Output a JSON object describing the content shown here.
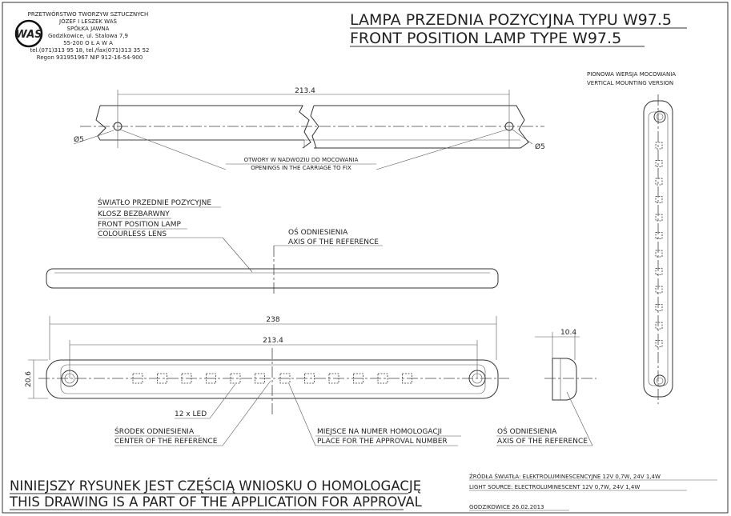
{
  "company": {
    "lines": [
      "PRZETWÓRSTWO TWORZYW SZTUCZNYCH",
      "JÓZEF I LESZEK WAŚ",
      "SPÓŁKA JAWNA",
      "Godzikowice, ul. Stalowa 7,9",
      "55-200   O Ł A W A",
      "tel.(071)313 95 18, tel./fax(071)313 35 52",
      "Regon 931951967 NIP 912-16-54-900"
    ],
    "logo_text": "WAŚ"
  },
  "title": {
    "pl": "LAMPA PRZEDNIA POZYCYJNA TYPU W97.5",
    "en": "FRONT POSITION LAMP TYPE W97.5"
  },
  "vertical_version": {
    "pl": "PIONOWA WERSJA MOCOWANIA",
    "en": "VERTICAL MOUNTING VERSION"
  },
  "dimensions": {
    "hole_spacing": "213.4",
    "hole_dia": "Ø5",
    "length": "238",
    "height": "20.6",
    "depth": "10.4"
  },
  "openings": {
    "pl": "OTWORY W NADWOZIU DO MOCOWANIA",
    "en": "OPENINGS IN THE CARRIAGE TO FIX"
  },
  "lens": {
    "pl1": "ŚWIATŁO PRZEDNIE POZYCYJNE",
    "pl2": "KLOSZ  BEZBARWNY",
    "en1": "FRONT POSITION LAMP",
    "en2": "COLOURLESS LENS"
  },
  "axis": {
    "pl": "OŚ ODNIESIENIA",
    "en": "AXIS OF THE REFERENCE"
  },
  "leds": {
    "label": "12 x LED",
    "count": 12
  },
  "center": {
    "pl": "ŚRODEK ODNIESIENIA",
    "en": "CENTER OF THE REFERENCE"
  },
  "approval_place": {
    "pl": "MIEJSCE NA NUMER HOMOLOGACJI",
    "en": "PLACE FOR THE APPROVAL NUMBER"
  },
  "light_source": {
    "pl": "ŹRÓDŁA ŚWIATŁA: ELEKTROLUMINESCENCYJNE  12V  0,7W, 24V  1,4W",
    "en": "LIGHT SOURCE: ELECTROLUMINESCENT  12V  0,7W, 24V  1,4W"
  },
  "place_date": "GODZIKOWICE   26.02.2013",
  "statement": {
    "pl": "NINIEJSZY RYSUNEK JEST CZĘŚCIĄ WNIOSKU O  HOMOLOGACJĘ",
    "en": "THIS DRAWING IS A PART OF THE APPLICATION FOR  APPROVAL"
  }
}
